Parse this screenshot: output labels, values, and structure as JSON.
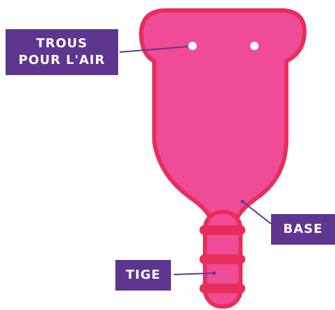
{
  "colors": {
    "cup_fill": "#ef4b97",
    "cup_outline": "#e92d5b",
    "label_bg": "#5d3690",
    "label_text": "#ffffff",
    "leader_line": "#5d3690",
    "air_hole": "#ffffff"
  },
  "labels": {
    "air_holes": {
      "line1": "TROUS",
      "line2": "POUR L'AIR"
    },
    "base": "BASE",
    "stem": "TIGE"
  }
}
